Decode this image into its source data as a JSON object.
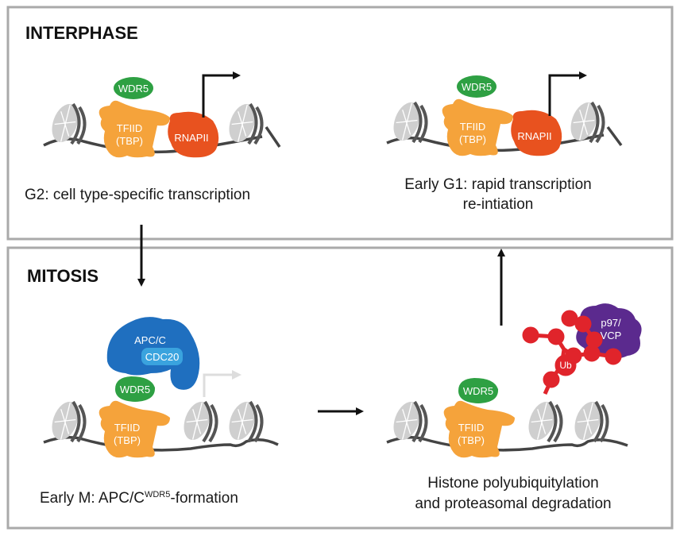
{
  "panels": {
    "interphase": {
      "title": "INTERPHASE",
      "left_caption": "G2: cell type-specific transcription",
      "right_caption_line1": "Early G1: rapid transcription",
      "right_caption_line2": "re-intiation"
    },
    "mitosis": {
      "title": "MITOSIS",
      "left_caption_prefix": "Early M: APC/C",
      "left_caption_superscript": "WDR5",
      "left_caption_suffix": "-formation",
      "right_caption_line1": "Histone polyubiquitylation",
      "right_caption_line2": "and proteasomal degradation"
    }
  },
  "proteins": {
    "wdr5": "WDR5",
    "tfiid_line1": "TFIID",
    "tfiid_line2": "(TBP)",
    "rnapii": "RNAPII",
    "apcc": "APC/C",
    "cdc20": "CDC20",
    "ub": "Ub",
    "p97_line1": "p97/",
    "p97_line2": "VCP"
  },
  "colors": {
    "wdr5": "#2ea043",
    "tfiid": "#f5a33b",
    "rnapii": "#e8521f",
    "apcc": "#1f6fbf",
    "cdc20": "#3aa3de",
    "ubiquitin": "#e0242b",
    "p97": "#5b2a8e",
    "nucleosome": "#c8c8c8",
    "dna": "#444444",
    "panel_border": "#aaaaaa"
  }
}
